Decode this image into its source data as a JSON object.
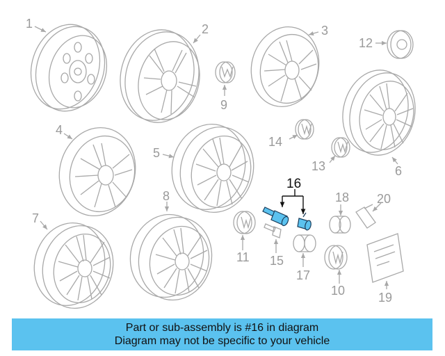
{
  "diagram": {
    "callouts": {
      "c1": "1",
      "c2": "2",
      "c3": "3",
      "c4": "4",
      "c5": "5",
      "c6": "6",
      "c7": "7",
      "c8": "8",
      "c9": "9",
      "c10": "10",
      "c11": "11",
      "c12": "12",
      "c13": "13",
      "c14": "14",
      "c15": "15",
      "c16": "16",
      "c17": "17",
      "c18": "18",
      "c19": "19",
      "c20": "20"
    },
    "highlight_color": "#5bc2ef",
    "line_color": "#a8a8a8"
  },
  "banner": {
    "line1": "Part or sub-assembly is #16 in diagram",
    "line2": "Diagram may not be specific to your vehicle",
    "background": "#5bc2ef"
  }
}
